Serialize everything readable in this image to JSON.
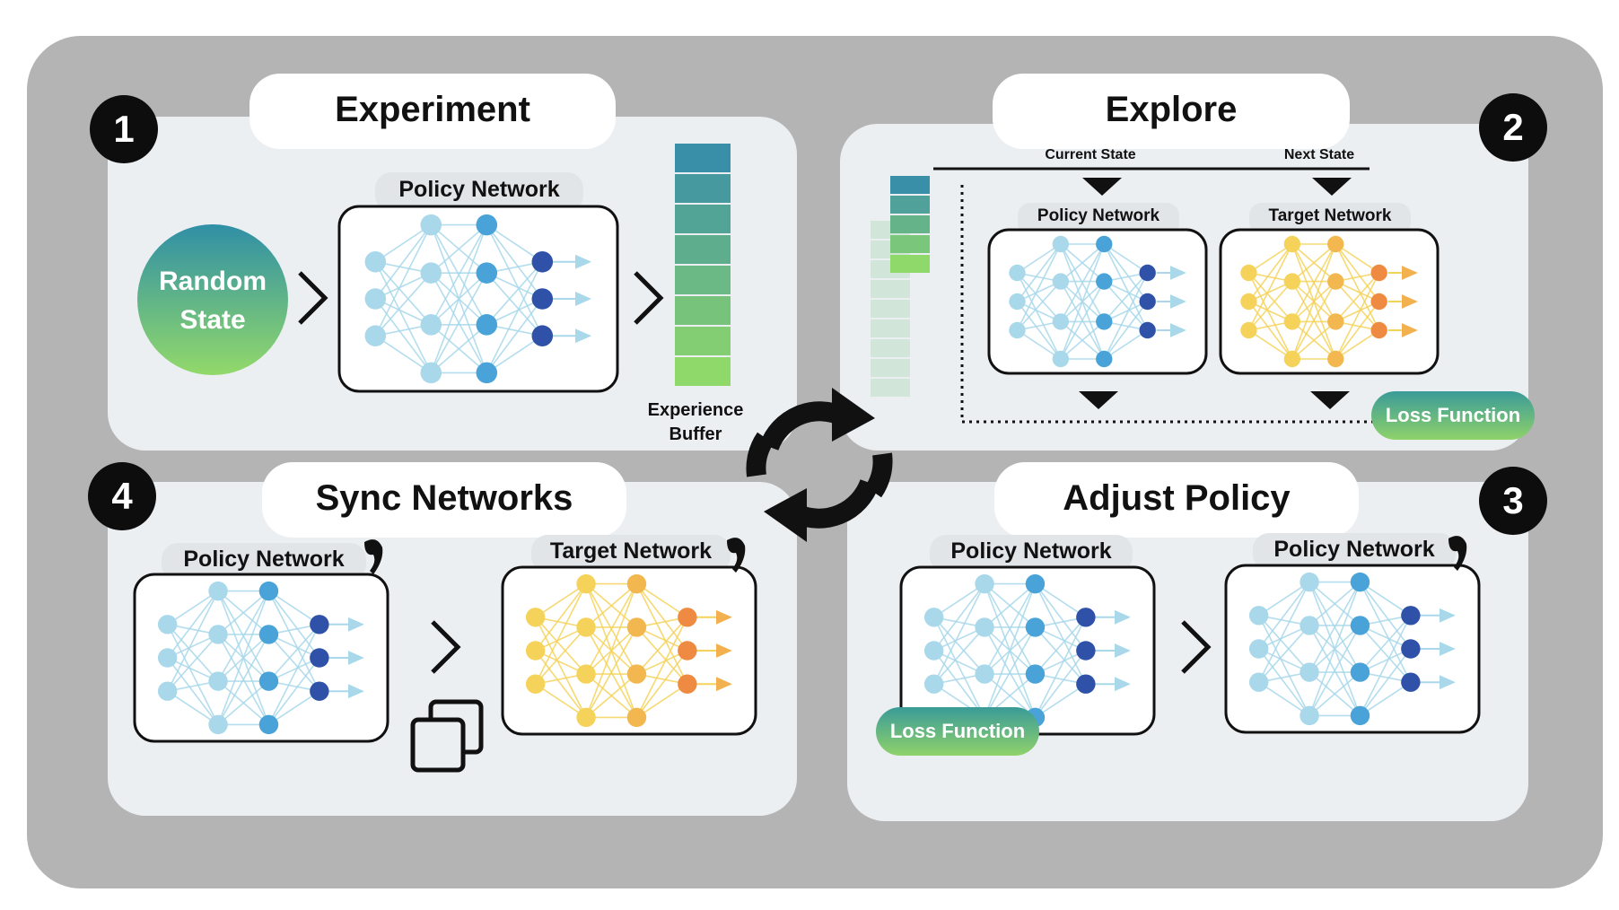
{
  "panels": {
    "experiment": {
      "step": "1",
      "title": "Experiment",
      "network_label": "Policy Network",
      "state_line1": "Random",
      "state_line2": "State",
      "buffer_line1": "Experience",
      "buffer_line2": "Buffer"
    },
    "explore": {
      "step": "2",
      "title": "Explore",
      "current_state": "Current State",
      "next_state": "Next State",
      "policy_label": "Policy Network",
      "target_label": "Target Network",
      "loss_label": "Loss Function"
    },
    "adjust": {
      "step": "3",
      "title": "Adjust Policy",
      "policy_label": "Policy Network",
      "policy_prime_label": "Policy Network",
      "loss_label": "Loss Function"
    },
    "sync": {
      "step": "4",
      "title": "Sync Networks",
      "policy_label": "Policy Network",
      "target_label": "Target Network"
    }
  },
  "colors": {
    "outer_bg": "#b4b4b4",
    "panel_bg": "#eceff2",
    "blue_light": "#a8d8ea",
    "blue_mid": "#4aa3d8",
    "blue_dark": "#2f52a8",
    "yellow": "#f5d35a",
    "yellow_mid": "#f2b84f",
    "orange": "#ee8a42",
    "gradient_top": "#3a8fa8",
    "gradient_bottom": "#8fd86a"
  },
  "icons": [
    "cycle-arrows-icon",
    "copy-icon",
    "chevron-right-icon",
    "prime-mark-icon",
    "arrow-down-icon"
  ]
}
